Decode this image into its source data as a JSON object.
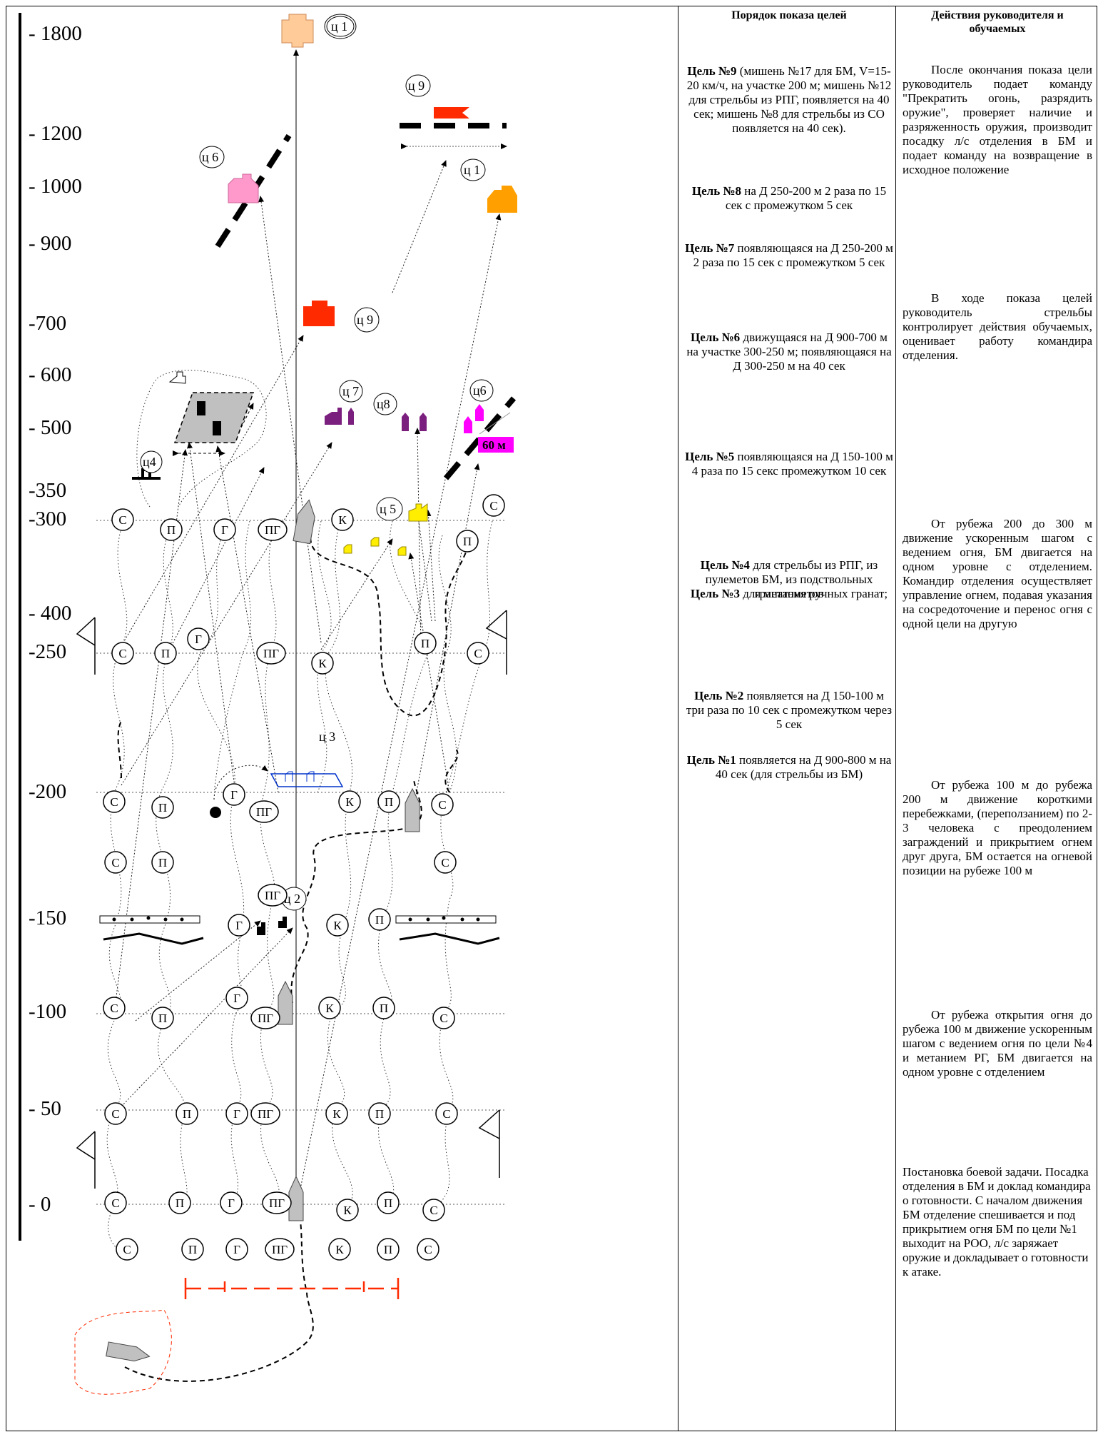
{
  "headers": {
    "order": "Порядок показа целей",
    "actions": "Действия руководителя и обучаемых"
  },
  "scale_ticks": [
    "- 1800",
    "- 1200",
    "- 1000",
    "- 900",
    "-700",
    "- 600",
    "- 500",
    "-350",
    "-300",
    "- 400",
    "-250",
    "-200",
    "-150",
    "-100",
    "- 50",
    "- 0"
  ],
  "diagram_labels": {
    "c1_top": "ц 1",
    "c9_top": "ц 9",
    "c6_top": "ц 6",
    "c1_right": "ц 1",
    "c9_mid": "ц 9",
    "c7": "ц 7",
    "c8": "ц8",
    "c6_right": "ц6",
    "c4": "ц4",
    "c5": "ц 5",
    "c3": "ц 3",
    "c2": "ц 2",
    "m60": "60 м"
  },
  "soldier_rows": [
    {
      "line": "-300",
      "items": [
        "С",
        "П",
        "Г",
        "ПГ",
        "К",
        "С",
        "П"
      ]
    },
    {
      "line": "-250",
      "items": [
        "С",
        "П",
        "Г",
        "ПГ",
        "К",
        "П",
        "С"
      ]
    },
    {
      "line": "-200",
      "items": [
        "С",
        "П",
        "Г",
        "ПГ",
        "К",
        "П",
        "С"
      ]
    },
    {
      "line": "-150",
      "items": [
        "С",
        "П",
        "ПГ",
        "Г",
        "К",
        "П",
        "С"
      ]
    },
    {
      "line": "-100",
      "items": [
        "С",
        "П",
        "Г",
        "ПГ",
        "К",
        "П",
        "С"
      ]
    },
    {
      "line": "-50",
      "items": [
        "С",
        "П",
        "Г",
        "ПГ",
        "К",
        "П",
        "С"
      ]
    },
    {
      "line": "-0",
      "items": [
        "С",
        "П",
        "Г",
        "ПГ",
        "К",
        "П",
        "С"
      ]
    },
    {
      "line": "below",
      "items": [
        "С",
        "П",
        "Г",
        "ПГ",
        "К",
        "П",
        "С"
      ]
    }
  ],
  "order_blocks": [
    {
      "title": "Цель №9",
      "text": " (мишень №17 для БМ, V=15-20 км/ч, на участке 200 м; мишень №12 для стрельбы из РПГ, появляется на 40 сек; мишень №8 для стрельбы из СО появляется на 40 сек)."
    },
    {
      "title": "Цель №8",
      "text": " на Д 250-200 м 2 раза по 15 сек с промежутком 5 сек"
    },
    {
      "title": "Цель №7",
      "text": " появляющаяся на Д 250-200 м 2 раза по 15 сек  с промежутком 5 сек"
    },
    {
      "title": "Цель №6",
      "text": " движущаяся на Д 900-700 м на участке 300-250 м; появляющаяся на Д 300-250 м на 40 сек"
    },
    {
      "title": "Цель №5",
      "text": " появляющаяся на Д 150-100 м 4 раза по 15 секс промежутком 10 сек"
    },
    {
      "title": "Цель №4",
      "text": " для стрельбы из РПГ, из пулеметов БМ, из подствольных гранатометов"
    },
    {
      "title": "Цель №3",
      "text": " для метания ручных гранат;"
    },
    {
      "title": "Цель №2",
      "text": " появляется на Д 150-100 м три раза по 10 сек с промежутком через 5 сек"
    },
    {
      "title": "Цель №1",
      "text": " появляется на Д 900-800 м на 40 сек (для стрельбы из БМ)"
    }
  ],
  "action_blocks": [
    "После окончания показа цели руководитель подает команду \"Прекратить огонь, разрядить оружие\", проверяет наличие и разряженность оружия, производит посадку л/с отделения в БМ и подает команду на возвращение в исходное положение",
    "В ходе показа целей руководитель стрельбы контролирует действия обучаемых, оценивает работу командира отделения.",
    "От рубежа 200 до 300 м движение ускоренным шагом с ведением огня, БМ двигается на одном уровне с отделением. Командир отделения осуществляет управление огнем, подавая указания на сосредоточение и перенос огня с одной цели на другую",
    "От рубежа 100 м до рубежа 200 м движение короткими перебежками, (переползанием) по 2-3 человека с преодолением заграждений и прикрытием огнем друг друга, БМ остается на огневой позиции на рубеже 100 м",
    "От рубежа открытия огня до рубежа 100 м движение ускоренным шагом с ведением огня по цели №4 и метанием РГ, БМ двигается на одном уровне с отделением",
    "Постановка боевой задачи. Посадка отделения в БМ и доклад командира о готовности. С началом движения БМ отделение спешивается и под прикрытием огня БМ по цели №1 выходит на РОО, л/с заряжает оружие и докладывает о готовности к атаке."
  ],
  "colors": {
    "red": "#ff2a00",
    "orange": "#ffa000",
    "peach": "#ffcc99",
    "pink": "#ff99cc",
    "purple": "#7b1f7e",
    "magenta": "#ff00ff",
    "yellow": "#ffee00",
    "gray": "#c0c0c0",
    "blue": "#0033cc"
  }
}
